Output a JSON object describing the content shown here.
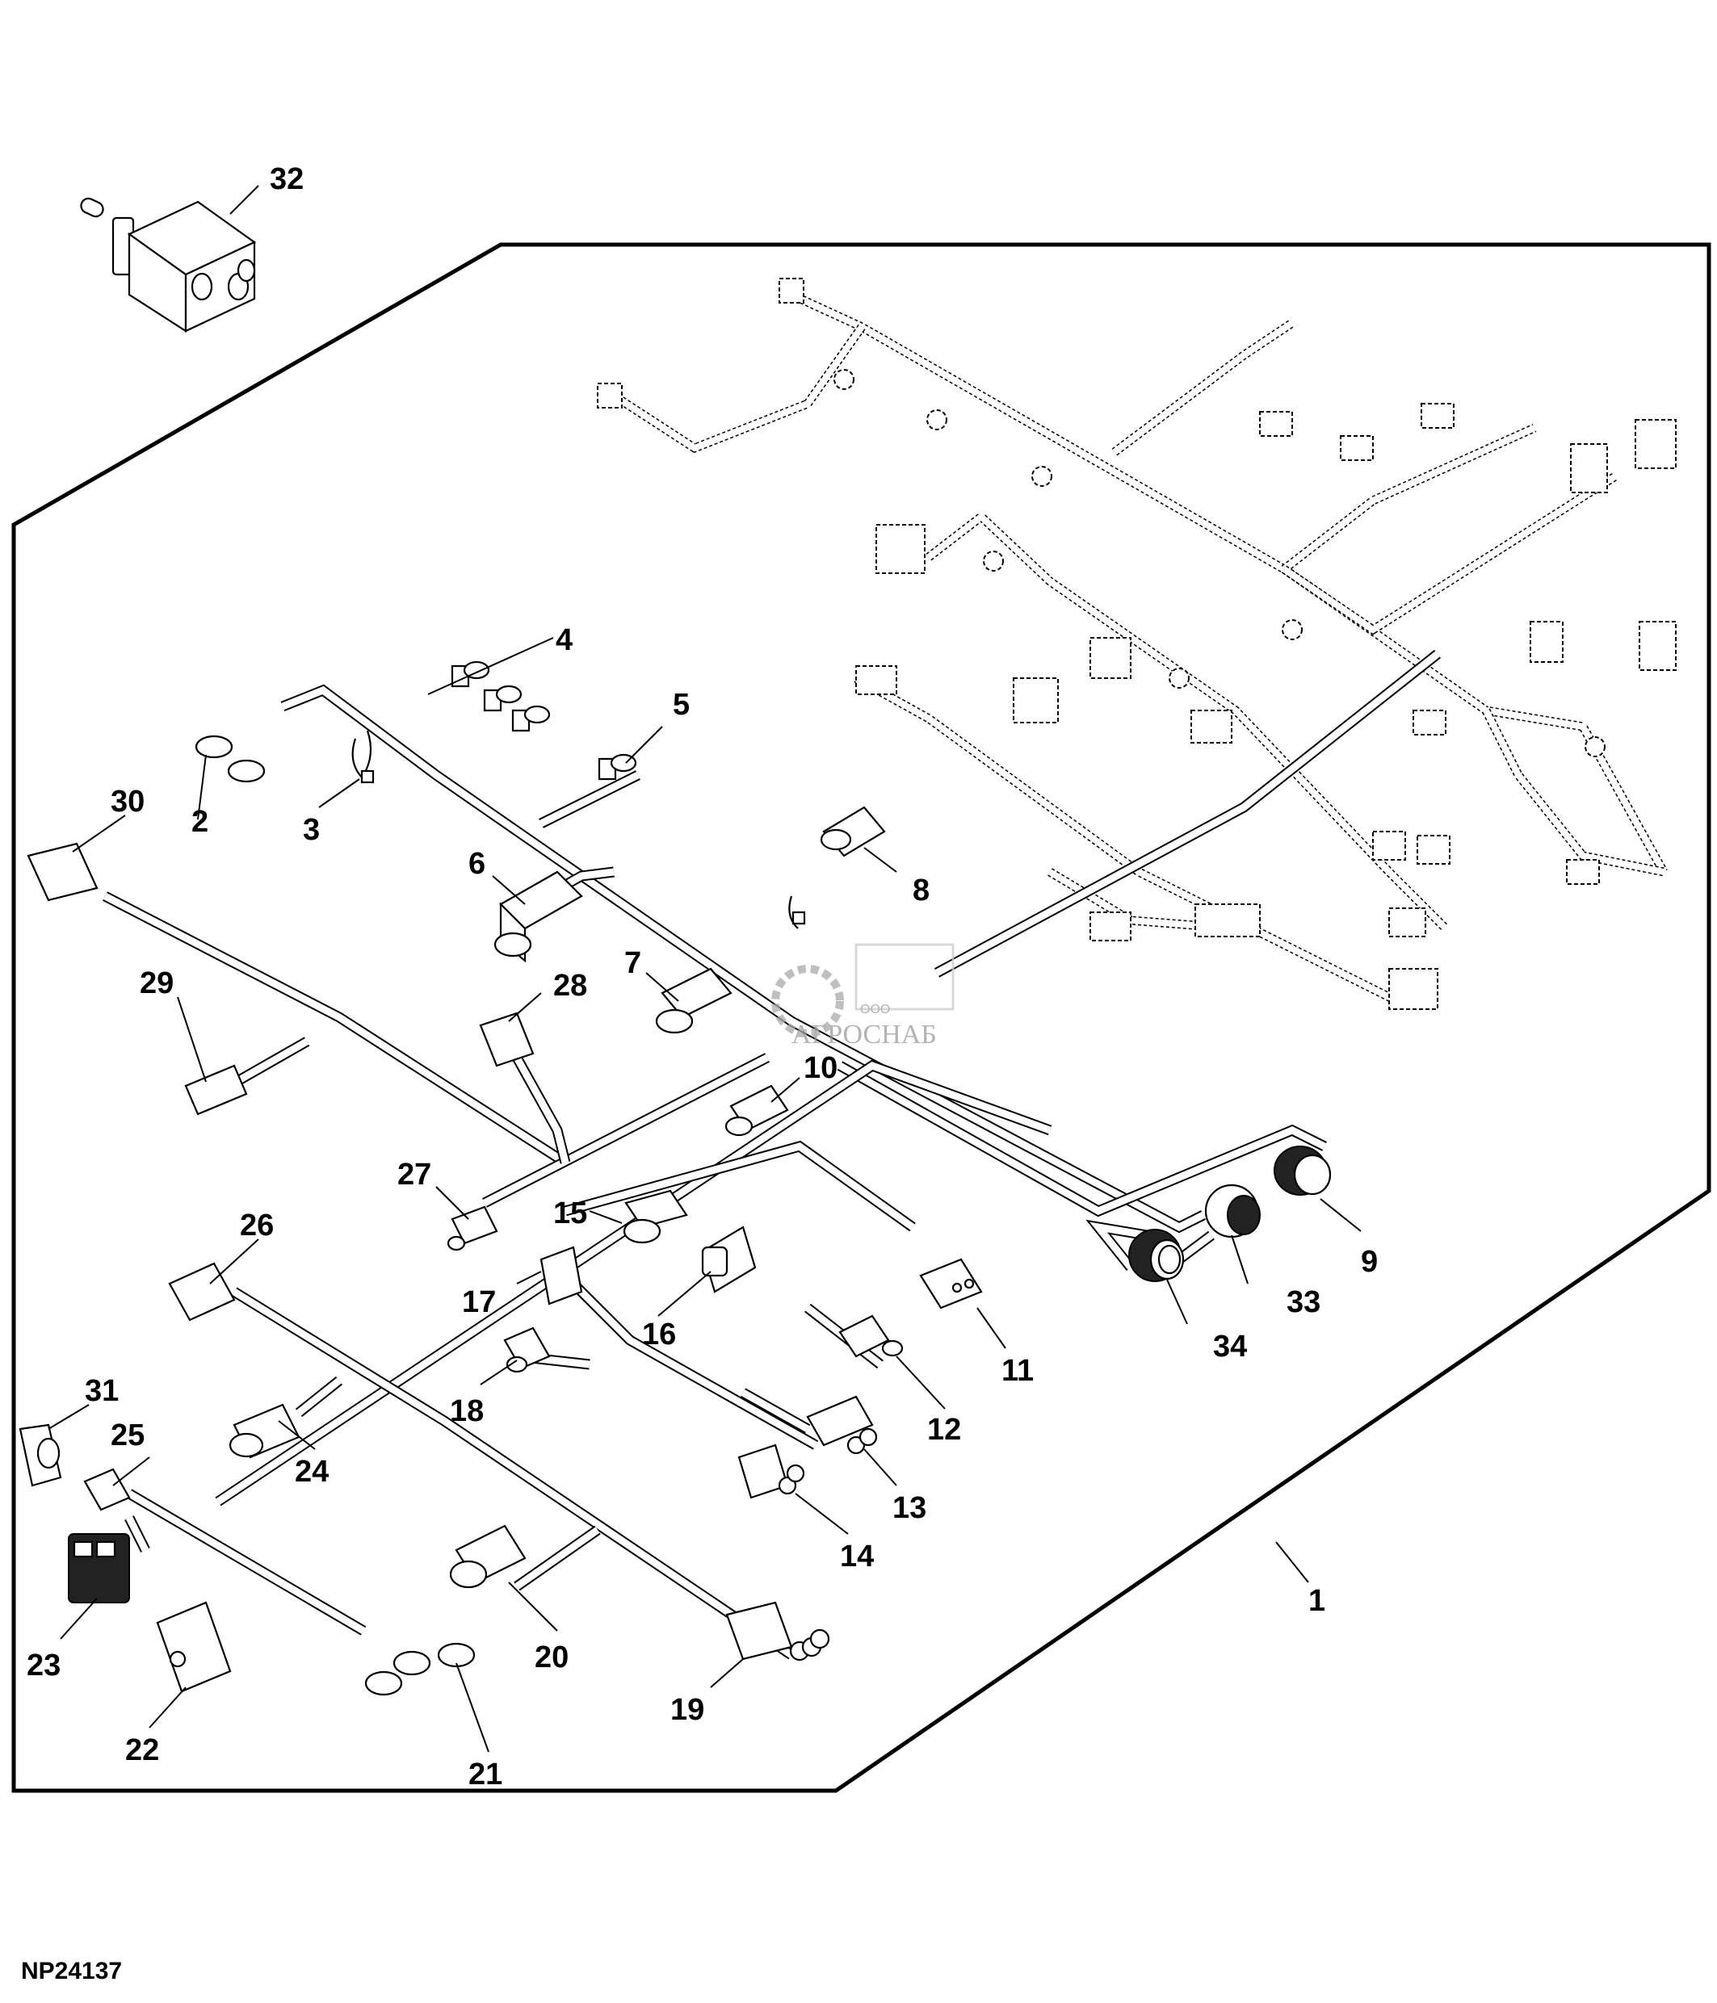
{
  "figure": {
    "id": "NP24137",
    "type": "Exploded parts diagram - wiring harness"
  },
  "watermark": {
    "prefix": "ООО",
    "name": "АГРОСНАБ"
  },
  "callouts": [
    {
      "label": "1",
      "part": "wiring-harness"
    },
    {
      "label": "2",
      "part": "ring-terminal-pair"
    },
    {
      "label": "3",
      "part": "harness-clip"
    },
    {
      "label": "4",
      "part": "mounting-bracket-terminals"
    },
    {
      "label": "5",
      "part": "mounting-bracket-terminal"
    },
    {
      "label": "6",
      "part": "connector"
    },
    {
      "label": "7",
      "part": "connector"
    },
    {
      "label": "8",
      "part": "connector"
    },
    {
      "label": "9",
      "part": "circular-connector"
    },
    {
      "label": "10",
      "part": "connector"
    },
    {
      "label": "11",
      "part": "connector"
    },
    {
      "label": "12",
      "part": "connector"
    },
    {
      "label": "13",
      "part": "connector"
    },
    {
      "label": "14",
      "part": "connector"
    },
    {
      "label": "15",
      "part": "connector"
    },
    {
      "label": "16",
      "part": "connector"
    },
    {
      "label": "17",
      "part": "connector"
    },
    {
      "label": "18",
      "part": "connector"
    },
    {
      "label": "19",
      "part": "connector"
    },
    {
      "label": "20",
      "part": "connector"
    },
    {
      "label": "21",
      "part": "ring-terminals"
    },
    {
      "label": "22",
      "part": "module-connector"
    },
    {
      "label": "23",
      "part": "multi-pin-connector"
    },
    {
      "label": "24",
      "part": "connector"
    },
    {
      "label": "25",
      "part": "connector"
    },
    {
      "label": "26",
      "part": "connector"
    },
    {
      "label": "27",
      "part": "connector"
    },
    {
      "label": "28",
      "part": "connector"
    },
    {
      "label": "29",
      "part": "connector"
    },
    {
      "label": "30",
      "part": "connector"
    },
    {
      "label": "31",
      "part": "connector-cover"
    },
    {
      "label": "32",
      "part": "toggle-switch"
    },
    {
      "label": "33",
      "part": "circular-connector"
    },
    {
      "label": "34",
      "part": "circular-connector"
    }
  ]
}
